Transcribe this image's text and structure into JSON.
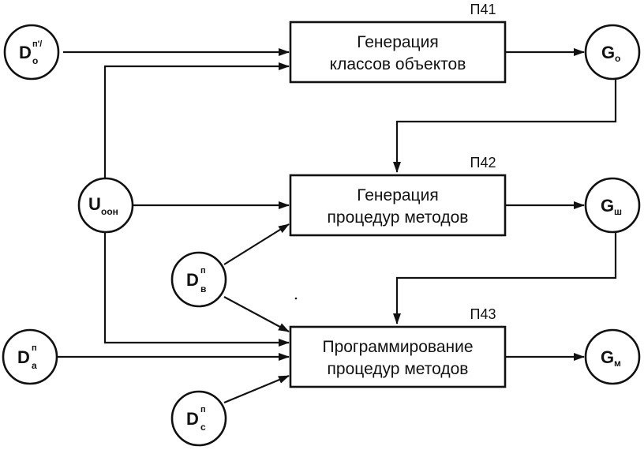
{
  "processes": [
    {
      "id": "p41",
      "tag": "П41",
      "line1": "Генерация",
      "line2": "классов объектов"
    },
    {
      "id": "p42",
      "tag": "П42",
      "line1": "Генерация",
      "line2": "процедур методов"
    },
    {
      "id": "p43",
      "tag": "П43",
      "line1": "Программирование",
      "line2": "процедур методов"
    }
  ],
  "nodes": {
    "do": {
      "main": "D",
      "sub": "o",
      "sup": "п'/"
    },
    "uoon": {
      "main": "U",
      "sub": "оон"
    },
    "db": {
      "main": "D",
      "sub": "в",
      "sup": "п"
    },
    "da": {
      "main": "D",
      "sub": "a",
      "sup": "п"
    },
    "dc": {
      "main": "D",
      "sub": "c",
      "sup": "п"
    },
    "go": {
      "main": "G",
      "sub": "o"
    },
    "gsh": {
      "main": "G",
      "sub": "ш"
    },
    "gm": {
      "main": "G",
      "sub": "м"
    }
  }
}
